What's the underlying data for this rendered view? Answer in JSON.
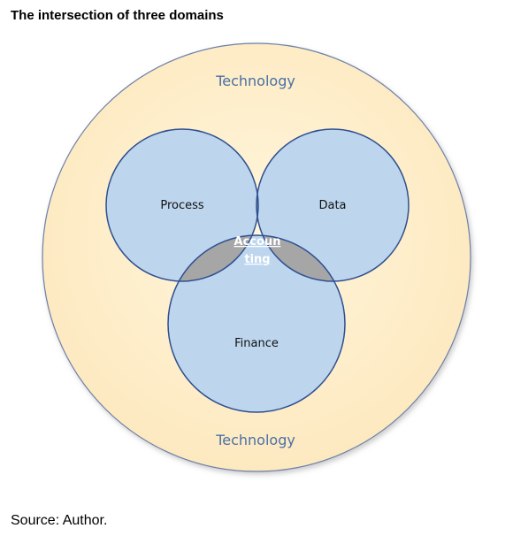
{
  "title": "The intersection of three domains",
  "source": "Source: Author.",
  "diagram": {
    "outer_label_top": "Technology",
    "outer_label_bottom": "Technology",
    "sets": {
      "process": "Process",
      "data": "Data",
      "finance": "Finance"
    },
    "center_label_line1": "Accoun",
    "center_label_line2": "ting"
  },
  "colors": {
    "outer_fill": "#fff1cf",
    "outer_stroke": "#6b7fa8",
    "circle_fill": "#bdd6ee",
    "circle_stroke": "#2f4f8f",
    "pair_overlap": "#a6a6a6",
    "center_fill": "#1f497d",
    "tech_text": "#4a6fa5"
  }
}
